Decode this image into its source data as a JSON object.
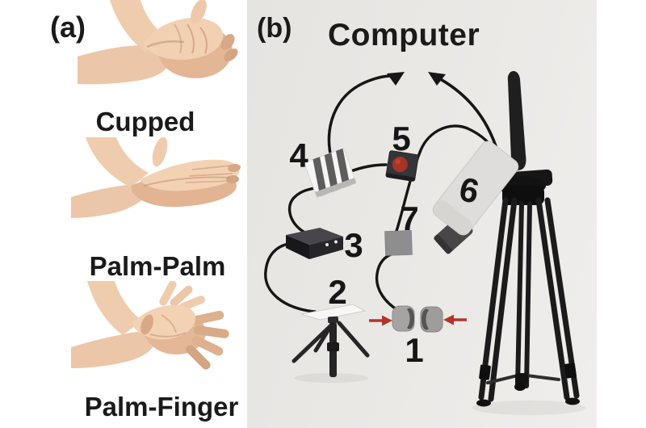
{
  "figure": {
    "panel_a": {
      "label": "(a)",
      "poses": [
        {
          "caption": "Cupped"
        },
        {
          "caption": "Palm-Palm"
        },
        {
          "caption": "Palm-Finger"
        }
      ]
    },
    "panel_b": {
      "label": "(b)",
      "computer_label": "Computer",
      "component_numbers": [
        "1",
        "2",
        "3",
        "4",
        "5",
        "6",
        "7"
      ]
    }
  },
  "colors": {
    "panel_b_background": "#e9e7e4",
    "line_and_text": "#141414",
    "red_arrows": "#b5342a",
    "indicator_dot": "#a93425",
    "camera_body": "#dedddb",
    "skin_tone": "#ecc6a8"
  }
}
